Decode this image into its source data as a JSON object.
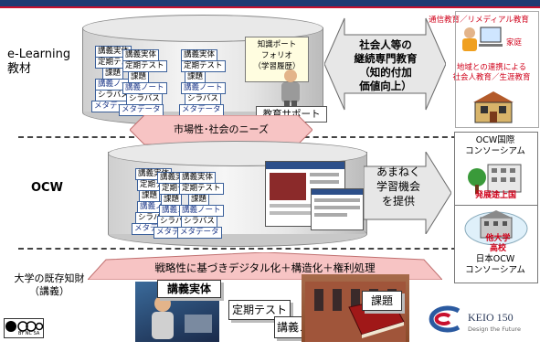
{
  "labels": {
    "elearning": "e-Learning\n教材",
    "ocw": "OCW",
    "existing": "大学の既存知財\n（講義）"
  },
  "top_cylinder_cards": [
    "講義実体",
    "定期テスト",
    "課題",
    "講義ノート",
    "シラバス",
    "メタデータ"
  ],
  "mid_cylinder_cards": [
    "講義実体",
    "定期テスト",
    "課題",
    "講義ノート",
    "シラバス",
    "メタデータ"
  ],
  "portfolio": "知識ポート\nフォリオ\n（学習履歴）",
  "support": "教育サポート",
  "professional_edu": "社会人等の\n継続専門教育\n（知的付加\n価値向上）",
  "market_needs": "市場性･社会のニーズ",
  "opportunity": "あまねく\n学習機会\nを提供",
  "digitize": "戦略性に基づきデジタル化＋構造化＋権利処理",
  "right_top": {
    "distance": "通信教育／リメディアル教育",
    "home": "家庭",
    "regional": "地域との連携による\n社会人教育／生涯教育"
  },
  "right_bottom": {
    "ocw_intl": "OCW国際\nコンソーシアム",
    "developing": "発展途上国",
    "other_univ": "他大学\n高校",
    "jp_ocw": "日本OCW\nコンソーシアム"
  },
  "bottom_docs": {
    "lecture": "講義実体",
    "exam": "定期テスト",
    "notes": "講義ノート",
    "assignment": "課題"
  },
  "license": "BY NC SA",
  "logo": {
    "name": "KEIO 150",
    "tagline": "Design the Future"
  }
}
